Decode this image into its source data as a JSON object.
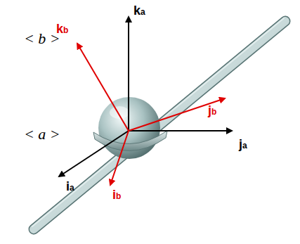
{
  "diagram": {
    "labels": [
      "< b >",
      "< a >",
      "ka",
      "ja",
      "ia",
      "kb",
      "jb",
      "ib"
    ]
  }
}
